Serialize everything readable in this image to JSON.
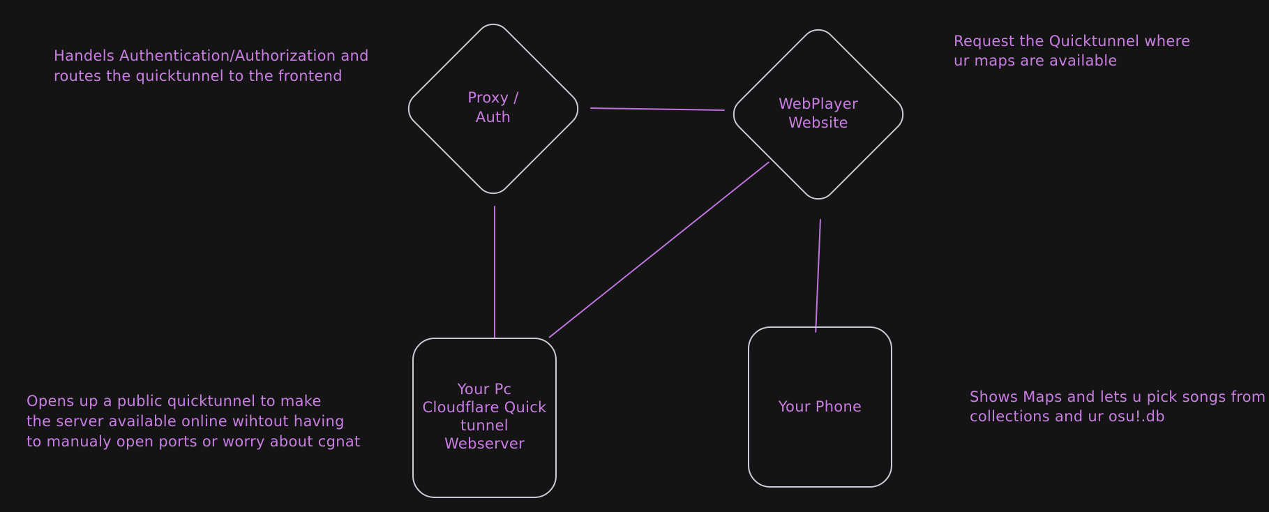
{
  "theme": {
    "background": "#141414",
    "shape_stroke": "#c9ced6",
    "text_color": "#c97ee3",
    "edge_color": "#bf72e0"
  },
  "diagram": {
    "nodes": {
      "proxy_auth": {
        "shape": "diamond",
        "label": "Proxy /\nAuth"
      },
      "webplayer": {
        "shape": "diamond",
        "label": "WebPlayer\nWebsite"
      },
      "your_pc": {
        "shape": "rounded-rectangle",
        "label": "Your Pc\nCloudflare Quick\ntunnel\nWebserver"
      },
      "your_phone": {
        "shape": "rounded-rectangle",
        "label": "Your Phone"
      }
    },
    "edges": [
      {
        "from": "proxy_auth",
        "to": "webplayer"
      },
      {
        "from": "proxy_auth",
        "to": "your_pc"
      },
      {
        "from": "webplayer",
        "to": "your_pc"
      },
      {
        "from": "webplayer",
        "to": "your_phone"
      }
    ],
    "notes": {
      "proxy_note": {
        "text": "Handels Authentication/Authorization and\nroutes the quicktunnel to the frontend"
      },
      "player_note": {
        "text": "Request the Quicktunnel where\nur maps are available"
      },
      "pc_note": {
        "text": "Opens up a public quicktunnel to make\nthe server available online wihtout having\nto manualy open ports or worry about cgnat"
      },
      "phone_note": {
        "text": "Shows Maps and lets u pick songs from\ncollections and ur osu!.db"
      }
    }
  }
}
